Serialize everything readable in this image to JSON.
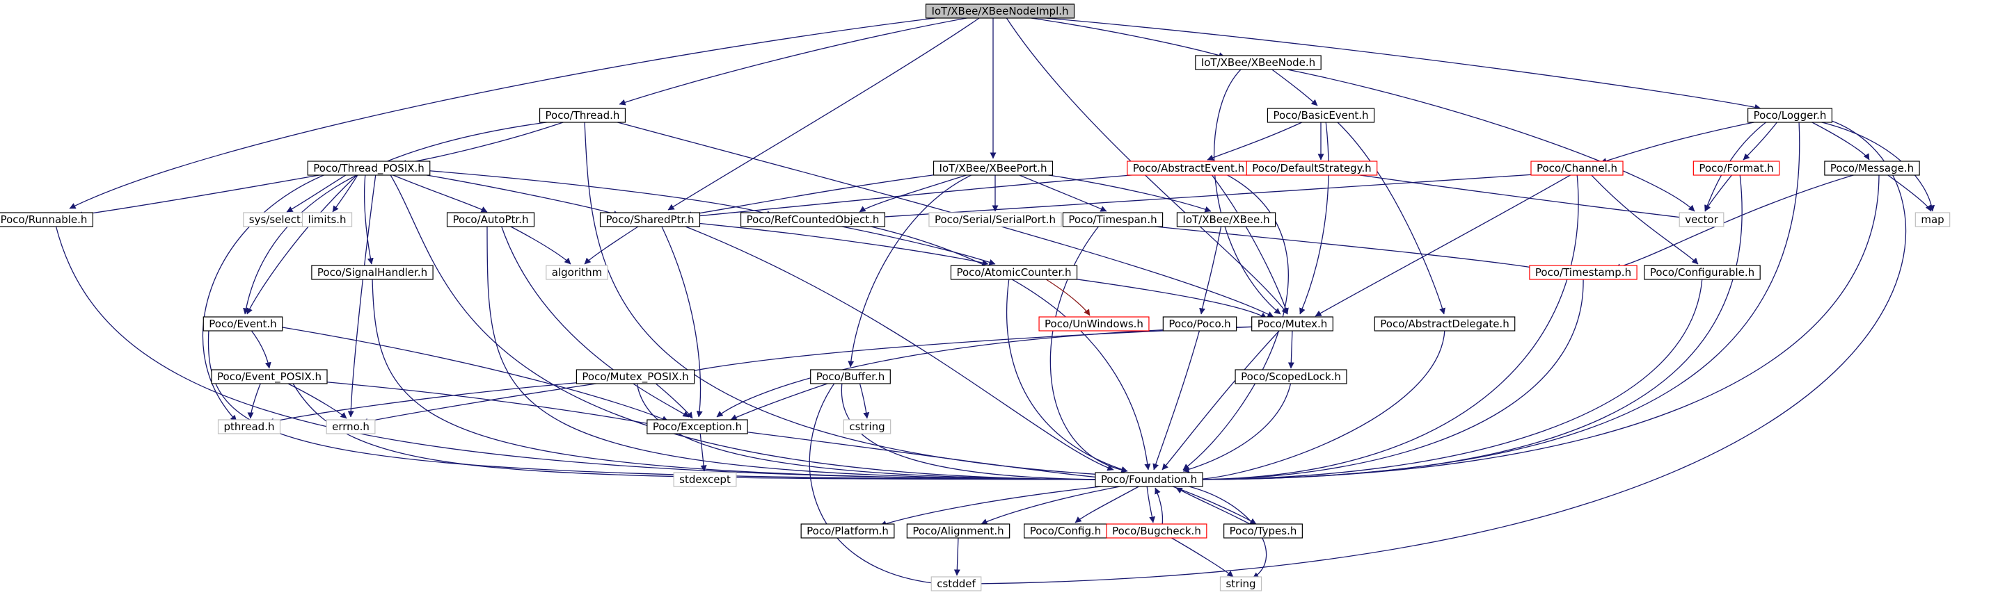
{
  "diagram": {
    "type": "include-dependency-graph",
    "root": "IoT/XBee/XBeeNodeImpl.h",
    "colors": {
      "root_fill": "#bfbfbf",
      "node_border": "#000000",
      "truncated_border": "#ff0000",
      "external_border": "#bfbfbf",
      "external_text": "#404040",
      "edge": "#191970",
      "edge_alt": "#8b1a1a"
    },
    "nodes": [
      {
        "id": "root",
        "label": "IoT/XBee/XBeeNodeImpl.h",
        "kind": "root"
      },
      {
        "id": "xbeenode",
        "label": "IoT/XBee/XBeeNode.h",
        "kind": "normal"
      },
      {
        "id": "thread",
        "label": "Poco/Thread.h",
        "kind": "normal"
      },
      {
        "id": "basicevent",
        "label": "Poco/BasicEvent.h",
        "kind": "normal"
      },
      {
        "id": "logger",
        "label": "Poco/Logger.h",
        "kind": "normal"
      },
      {
        "id": "threadposix",
        "label": "Poco/Thread_POSIX.h",
        "kind": "normal"
      },
      {
        "id": "xbeeport",
        "label": "IoT/XBee/XBeePort.h",
        "kind": "normal"
      },
      {
        "id": "abstractevent",
        "label": "Poco/AbstractEvent.h",
        "kind": "truncated"
      },
      {
        "id": "defaultstrategy",
        "label": "Poco/DefaultStrategy.h",
        "kind": "truncated"
      },
      {
        "id": "channel",
        "label": "Poco/Channel.h",
        "kind": "truncated"
      },
      {
        "id": "format",
        "label": "Poco/Format.h",
        "kind": "truncated"
      },
      {
        "id": "message",
        "label": "Poco/Message.h",
        "kind": "normal"
      },
      {
        "id": "runnable",
        "label": "Poco/Runnable.h",
        "kind": "normal"
      },
      {
        "id": "sysselect",
        "label": "sys/select.h",
        "kind": "external"
      },
      {
        "id": "limits",
        "label": "limits.h",
        "kind": "external"
      },
      {
        "id": "autoptr",
        "label": "Poco/AutoPtr.h",
        "kind": "normal"
      },
      {
        "id": "sharedptr",
        "label": "Poco/SharedPtr.h",
        "kind": "normal"
      },
      {
        "id": "refcounted",
        "label": "Poco/RefCountedObject.h",
        "kind": "normal"
      },
      {
        "id": "serialport",
        "label": "Poco/Serial/SerialPort.h",
        "kind": "external"
      },
      {
        "id": "timespan",
        "label": "Poco/Timespan.h",
        "kind": "normal"
      },
      {
        "id": "xbee",
        "label": "IoT/XBee/XBee.h",
        "kind": "normal"
      },
      {
        "id": "vector",
        "label": "vector",
        "kind": "external"
      },
      {
        "id": "map",
        "label": "map",
        "kind": "external"
      },
      {
        "id": "signalhandler",
        "label": "Poco/SignalHandler.h",
        "kind": "normal"
      },
      {
        "id": "algorithm",
        "label": "algorithm",
        "kind": "external"
      },
      {
        "id": "atomiccounter",
        "label": "Poco/AtomicCounter.h",
        "kind": "normal"
      },
      {
        "id": "timestamp",
        "label": "Poco/Timestamp.h",
        "kind": "truncated"
      },
      {
        "id": "configurable",
        "label": "Poco/Configurable.h",
        "kind": "normal"
      },
      {
        "id": "unwindows",
        "label": "Poco/UnWindows.h",
        "kind": "truncated"
      },
      {
        "id": "event",
        "label": "Poco/Event.h",
        "kind": "normal"
      },
      {
        "id": "poco",
        "label": "Poco/Poco.h",
        "kind": "normal"
      },
      {
        "id": "mutex",
        "label": "Poco/Mutex.h",
        "kind": "normal"
      },
      {
        "id": "abstractdelegate",
        "label": "Poco/AbstractDelegate.h",
        "kind": "normal"
      },
      {
        "id": "eventposix",
        "label": "Poco/Event_POSIX.h",
        "kind": "normal"
      },
      {
        "id": "mutexposix",
        "label": "Poco/Mutex_POSIX.h",
        "kind": "normal"
      },
      {
        "id": "buffer",
        "label": "Poco/Buffer.h",
        "kind": "normal"
      },
      {
        "id": "scopedlock",
        "label": "Poco/ScopedLock.h",
        "kind": "normal"
      },
      {
        "id": "pthread",
        "label": "pthread.h",
        "kind": "external"
      },
      {
        "id": "errno",
        "label": "errno.h",
        "kind": "external"
      },
      {
        "id": "exception",
        "label": "Poco/Exception.h",
        "kind": "normal"
      },
      {
        "id": "cstring",
        "label": "cstring",
        "kind": "external"
      },
      {
        "id": "stdexcept",
        "label": "stdexcept",
        "kind": "external"
      },
      {
        "id": "foundation",
        "label": "Poco/Foundation.h",
        "kind": "normal"
      },
      {
        "id": "platform",
        "label": "Poco/Platform.h",
        "kind": "normal"
      },
      {
        "id": "alignment",
        "label": "Poco/Alignment.h",
        "kind": "normal"
      },
      {
        "id": "config",
        "label": "Poco/Config.h",
        "kind": "normal"
      },
      {
        "id": "bugcheck",
        "label": "Poco/Bugcheck.h",
        "kind": "truncated"
      },
      {
        "id": "types",
        "label": "Poco/Types.h",
        "kind": "normal"
      },
      {
        "id": "cstddef",
        "label": "cstddef",
        "kind": "external"
      },
      {
        "id": "string",
        "label": "string",
        "kind": "external"
      }
    ],
    "edges": [
      [
        "root",
        "xbeenode"
      ],
      [
        "root",
        "thread"
      ],
      [
        "root",
        "logger"
      ],
      [
        "root",
        "runnable"
      ],
      [
        "root",
        "sharedptr"
      ],
      [
        "root",
        "xbeeport"
      ],
      [
        "root",
        "mutex"
      ],
      [
        "xbeenode",
        "basicevent"
      ],
      [
        "xbeenode",
        "mutex"
      ],
      [
        "xbeenode",
        "vector"
      ],
      [
        "thread",
        "threadposix"
      ],
      [
        "thread",
        "event"
      ],
      [
        "thread",
        "mutex"
      ],
      [
        "thread",
        "foundation"
      ],
      [
        "basicevent",
        "abstractevent"
      ],
      [
        "basicevent",
        "defaultstrategy"
      ],
      [
        "basicevent",
        "abstractdelegate"
      ],
      [
        "basicevent",
        "mutex"
      ],
      [
        "logger",
        "channel"
      ],
      [
        "logger",
        "format"
      ],
      [
        "logger",
        "message"
      ],
      [
        "logger",
        "vector"
      ],
      [
        "logger",
        "map"
      ],
      [
        "logger",
        "foundation"
      ],
      [
        "logger",
        "cstddef"
      ],
      [
        "threadposix",
        "runnable"
      ],
      [
        "threadposix",
        "sysselect"
      ],
      [
        "threadposix",
        "limits"
      ],
      [
        "threadposix",
        "autoptr"
      ],
      [
        "threadposix",
        "sharedptr"
      ],
      [
        "threadposix",
        "refcounted"
      ],
      [
        "threadposix",
        "signalhandler"
      ],
      [
        "threadposix",
        "event"
      ],
      [
        "threadposix",
        "pthread"
      ],
      [
        "threadposix",
        "errno"
      ],
      [
        "threadposix",
        "foundation"
      ],
      [
        "xbeeport",
        "serialport"
      ],
      [
        "xbeeport",
        "timespan"
      ],
      [
        "xbeeport",
        "xbee"
      ],
      [
        "xbeeport",
        "sharedptr"
      ],
      [
        "xbeeport",
        "buffer"
      ],
      [
        "xbeeport",
        "refcounted"
      ],
      [
        "abstractevent",
        "sharedptr"
      ],
      [
        "abstractevent",
        "mutex"
      ],
      [
        "abstractevent",
        "foundation"
      ],
      [
        "defaultstrategy",
        "vector"
      ],
      [
        "channel",
        "refcounted"
      ],
      [
        "channel",
        "configurable"
      ],
      [
        "channel",
        "mutex"
      ],
      [
        "channel",
        "foundation"
      ],
      [
        "format",
        "vector"
      ],
      [
        "format",
        "foundation"
      ],
      [
        "message",
        "timestamp"
      ],
      [
        "message",
        "map"
      ],
      [
        "message",
        "foundation"
      ],
      [
        "runnable",
        "foundation"
      ],
      [
        "autoptr",
        "algorithm"
      ],
      [
        "autoptr",
        "exception"
      ],
      [
        "autoptr",
        "foundation"
      ],
      [
        "sharedptr",
        "algorithm"
      ],
      [
        "sharedptr",
        "atomiccounter"
      ],
      [
        "sharedptr",
        "exception"
      ],
      [
        "sharedptr",
        "foundation"
      ],
      [
        "refcounted",
        "atomiccounter"
      ],
      [
        "refcounted",
        "foundation"
      ],
      [
        "timespan",
        "timestamp"
      ],
      [
        "timespan",
        "foundation"
      ],
      [
        "xbee",
        "poco"
      ],
      [
        "signalhandler",
        "foundation"
      ],
      [
        "atomiccounter",
        "unwindows"
      ],
      [
        "atomiccounter",
        "mutex"
      ],
      [
        "atomiccounter",
        "foundation"
      ],
      [
        "timestamp",
        "foundation"
      ],
      [
        "configurable",
        "foundation"
      ],
      [
        "event",
        "eventposix"
      ],
      [
        "event",
        "exception"
      ],
      [
        "event",
        "foundation"
      ],
      [
        "poco",
        "foundation"
      ],
      [
        "mutex",
        "mutexposix"
      ],
      [
        "mutex",
        "scopedlock"
      ],
      [
        "mutex",
        "exception"
      ],
      [
        "mutex",
        "foundation"
      ],
      [
        "abstractdelegate",
        "foundation"
      ],
      [
        "eventposix",
        "pthread"
      ],
      [
        "eventposix",
        "errno"
      ],
      [
        "eventposix",
        "exception"
      ],
      [
        "eventposix",
        "foundation"
      ],
      [
        "mutexposix",
        "pthread"
      ],
      [
        "mutexposix",
        "errno"
      ],
      [
        "mutexposix",
        "exception"
      ],
      [
        "mutexposix",
        "foundation"
      ],
      [
        "buffer",
        "cstring"
      ],
      [
        "buffer",
        "exception"
      ],
      [
        "buffer",
        "foundation"
      ],
      [
        "buffer",
        "cstddef"
      ],
      [
        "scopedlock",
        "foundation"
      ],
      [
        "exception",
        "stdexcept"
      ],
      [
        "exception",
        "foundation"
      ],
      [
        "foundation",
        "platform"
      ],
      [
        "foundation",
        "alignment"
      ],
      [
        "foundation",
        "config"
      ],
      [
        "foundation",
        "bugcheck"
      ],
      [
        "foundation",
        "types"
      ],
      [
        "foundation",
        "string"
      ],
      [
        "alignment",
        "cstddef"
      ],
      [
        "bugcheck",
        "foundation"
      ],
      [
        "bugcheck",
        "string"
      ],
      [
        "types",
        "foundation"
      ]
    ]
  }
}
